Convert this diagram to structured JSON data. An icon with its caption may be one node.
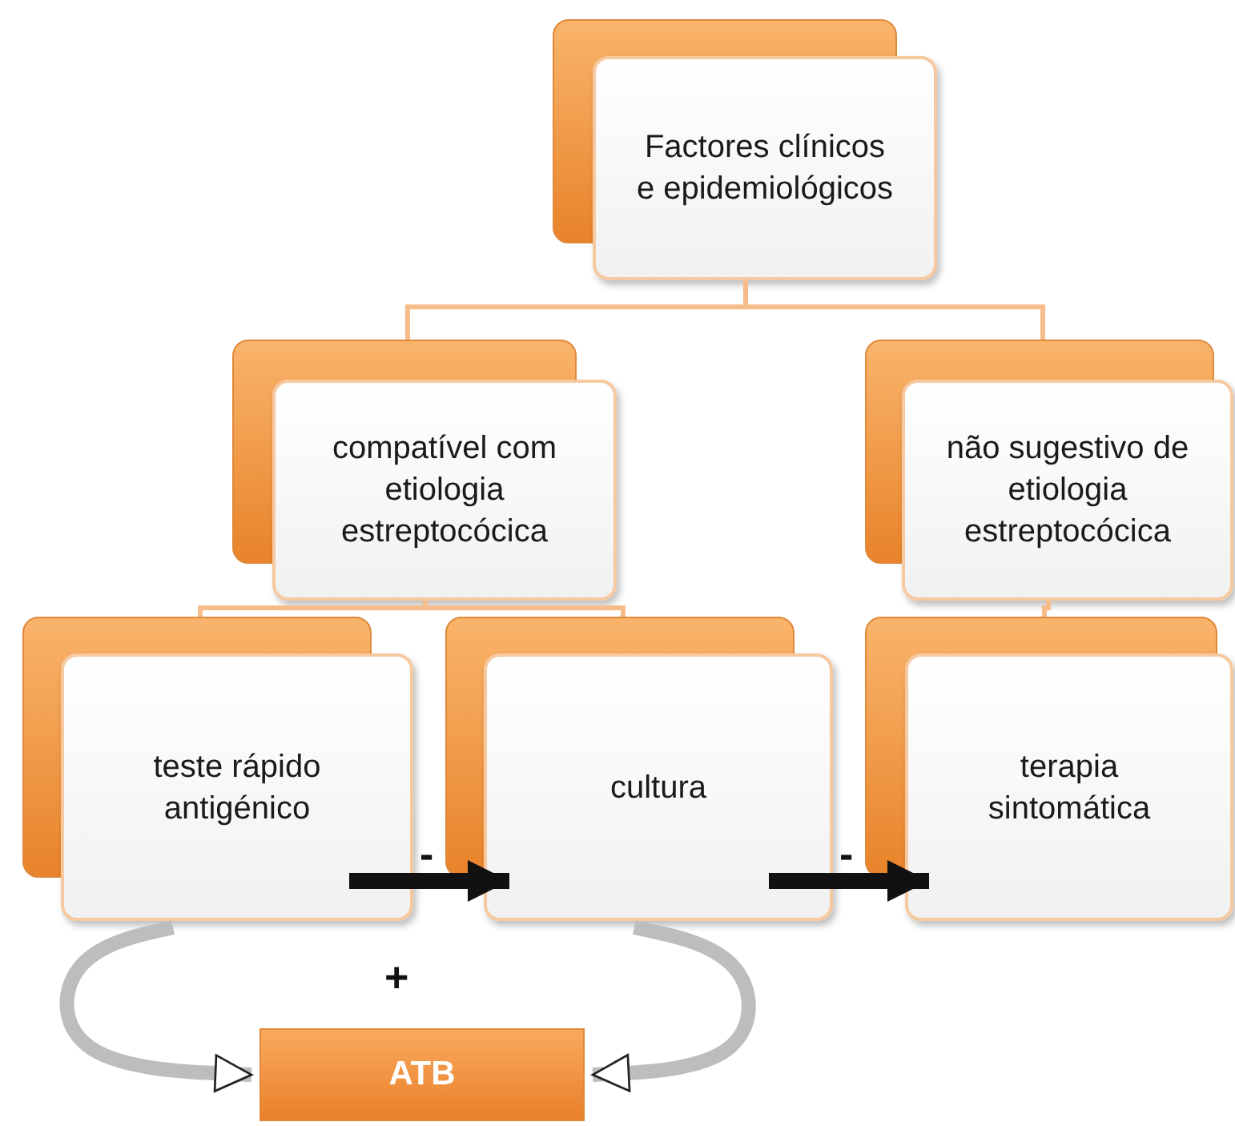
{
  "diagram": {
    "nodes": [
      {
        "text": [
          "Factores clínicos e epidemiológicos"
        ]
      },
      {
        "text": [
          "compatível com etiologia estreptocócica"
        ]
      },
      {
        "text": [
          "não sugestivo de etiologia estreptocócica"
        ]
      },
      {
        "text": [
          "teste rápido antigénico"
        ]
      },
      {
        "text": [
          "cultura"
        ]
      },
      {
        "text": [
          "terapia sintomática"
        ]
      },
      {
        "text": [
          "ATB"
        ]
      }
    ],
    "edges": [
      {
        "from": 0,
        "to": 1,
        "arrow": "none"
      },
      {
        "from": 0,
        "to": 2,
        "arrow": "none"
      },
      {
        "from": 1,
        "to": 3,
        "arrow": "none"
      },
      {
        "from": 1,
        "to": 4,
        "arrow": "none"
      },
      {
        "from": 2,
        "to": 5,
        "arrow": "none"
      },
      {
        "from": 3,
        "to": 4,
        "arrow": "to",
        "label": "-",
        "style": "thick",
        "color": "#111111"
      },
      {
        "from": 4,
        "to": 5,
        "arrow": "to",
        "label": "-",
        "style": "thick",
        "color": "#111111"
      },
      {
        "from": 3,
        "to": 6,
        "arrow": "to",
        "style": "thick",
        "color": "#bdbdbd"
      },
      {
        "from": 4,
        "to": 6,
        "arrow": "to",
        "style": "thick",
        "color": "#bdbdbd"
      }
    ],
    "labels": [
      "+"
    ]
  }
}
